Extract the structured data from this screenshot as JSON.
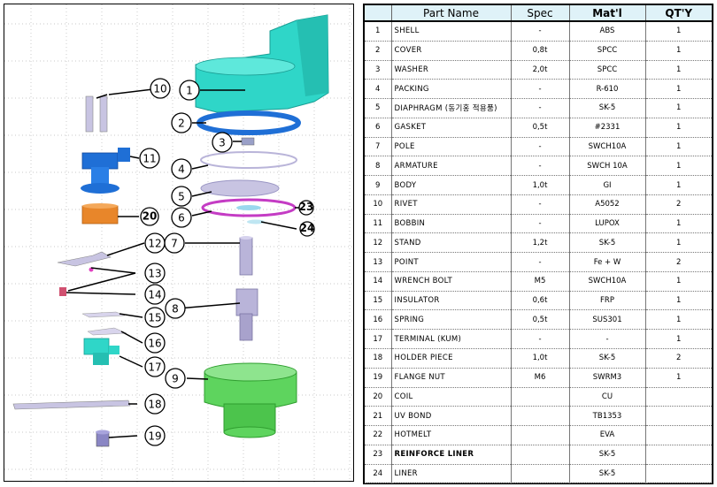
{
  "table": {
    "headers": [
      "Part Name",
      "Spec",
      "Mat'l",
      "QT'Y"
    ],
    "rows": [
      {
        "no": "1",
        "name": "SHELL",
        "spec": "-",
        "mat": "ABS",
        "qty": "1"
      },
      {
        "no": "2",
        "name": "COVER",
        "spec": "0,8t",
        "mat": "SPCC",
        "qty": "1"
      },
      {
        "no": "3",
        "name": "WASHER",
        "spec": "2,0t",
        "mat": "SPCC",
        "qty": "1"
      },
      {
        "no": "4",
        "name": "PACKING",
        "spec": "-",
        "mat": "R-610",
        "qty": "1"
      },
      {
        "no": "5",
        "name": "DIAPHRAGM (동기홍 적용품)",
        "spec": "-",
        "mat": "SK-5",
        "qty": "1"
      },
      {
        "no": "6",
        "name": "GASKET",
        "spec": "0,5t",
        "mat": "#2331",
        "qty": "1"
      },
      {
        "no": "7",
        "name": "POLE",
        "spec": "-",
        "mat": "SWCH10A",
        "qty": "1"
      },
      {
        "no": "8",
        "name": "ARMATURE",
        "spec": "-",
        "mat": "SWCH 10A",
        "qty": "1"
      },
      {
        "no": "9",
        "name": "BODY",
        "spec": "1,0t",
        "mat": "GI",
        "qty": "1"
      },
      {
        "no": "10",
        "name": "RIVET",
        "spec": "-",
        "mat": "A5052",
        "qty": "2"
      },
      {
        "no": "11",
        "name": "BOBBIN",
        "spec": "-",
        "mat": "LUPOX",
        "qty": "1"
      },
      {
        "no": "12",
        "name": "STAND",
        "spec": "1,2t",
        "mat": "SK-5",
        "qty": "1"
      },
      {
        "no": "13",
        "name": "POINT",
        "spec": "-",
        "mat": "Fe + W",
        "qty": "2"
      },
      {
        "no": "14",
        "name": "WRENCH BOLT",
        "spec": "M5",
        "mat": "SWCH10A",
        "qty": "1"
      },
      {
        "no": "15",
        "name": "INSULATOR",
        "spec": "0,6t",
        "mat": "FRP",
        "qty": "1"
      },
      {
        "no": "16",
        "name": "SPRING",
        "spec": "0,5t",
        "mat": "SUS301",
        "qty": "1"
      },
      {
        "no": "17",
        "name": "TERMINAL (KUM)",
        "spec": "-",
        "mat": "-",
        "qty": "1"
      },
      {
        "no": "18",
        "name": "HOLDER PIECE",
        "spec": "1,0t",
        "mat": "SK-5",
        "qty": "2"
      },
      {
        "no": "19",
        "name": "FLANGE NUT",
        "spec": "M6",
        "mat": "SWRM3",
        "qty": "1"
      },
      {
        "no": "20",
        "name": "COIL",
        "spec": "",
        "mat": "CU",
        "qty": ""
      },
      {
        "no": "21",
        "name": "UV BOND",
        "spec": "",
        "mat": "TB1353",
        "qty": ""
      },
      {
        "no": "22",
        "name": "HOTMELT",
        "spec": "",
        "mat": "EVA",
        "qty": ""
      },
      {
        "no": "23",
        "name": "REINFORCE   LINER",
        "spec": "",
        "mat": "SK-5",
        "qty": ""
      },
      {
        "no": "24",
        "name": "LINER",
        "spec": "",
        "mat": "SK-5",
        "qty": ""
      }
    ]
  },
  "callouts": [
    "1",
    "2",
    "3",
    "4",
    "5",
    "6",
    "7",
    "8",
    "9",
    "10",
    "11",
    "12",
    "13",
    "14",
    "15",
    "16",
    "17",
    "18",
    "19",
    "20",
    "23",
    "24"
  ],
  "colors": {
    "cyan": "#2fd6c8",
    "blue": "#1f6fd6",
    "orange": "#e8862a",
    "green": "#5ed45e",
    "magenta": "#c43cc4",
    "lavender": "#b9b4d9",
    "header_bg": "#dff2f8"
  }
}
